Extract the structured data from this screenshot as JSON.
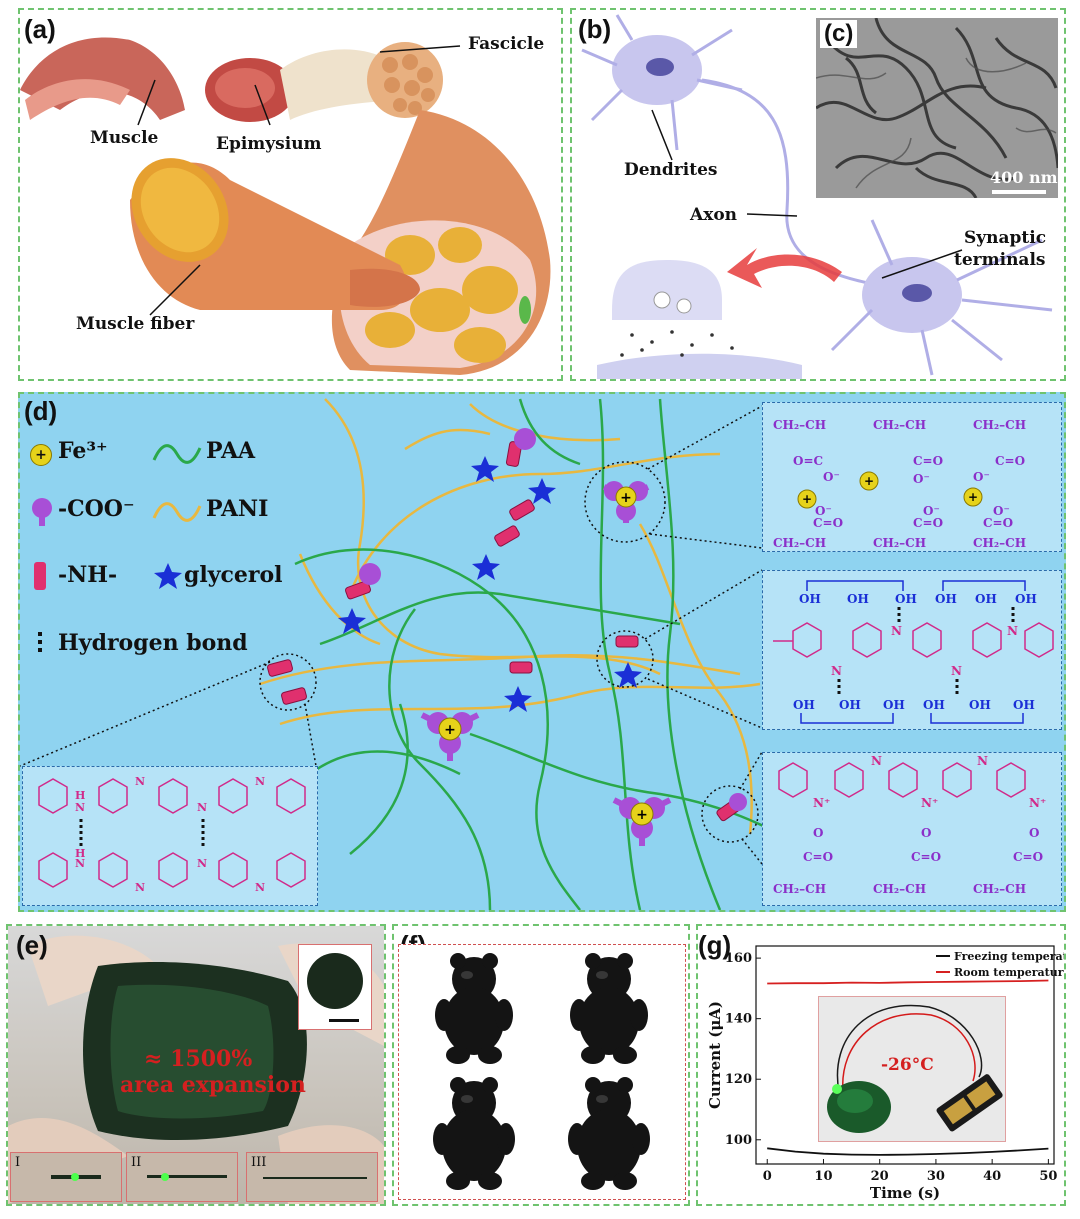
{
  "panels": {
    "a": {
      "label": "(a)",
      "muscle": "Muscle",
      "epimysium": "Epimysium",
      "fascicle": "Fascicle",
      "muscle_fiber": "Muscle fiber"
    },
    "b": {
      "label": "(b)",
      "dendrites": "Dendrites",
      "axon": "Axon",
      "synaptic_line1": "Synaptic",
      "synaptic_line2": "terminals"
    },
    "c": {
      "label": "(c)",
      "scale_bar": "400 nm"
    },
    "d": {
      "label": "(d)",
      "legend": {
        "fe": "Fe³⁺",
        "paa": "PAA",
        "coo": "-COO⁻",
        "pani": "PANI",
        "nh": "-NH-",
        "glycerol": "glycerol",
        "hbond": "Hydrogen bond"
      },
      "chem": {
        "ch2ch_row": "CH₂–CH",
        "co": "C=O",
        "o_minus": "O⁻",
        "oh": "OH",
        "n": "N",
        "h": "H",
        "nplus": "N⁺",
        "o": "O"
      }
    },
    "e": {
      "label": "(e)",
      "expansion_line1": "≈ 1500%",
      "expansion_line2": "area expansion",
      "stage1": "I",
      "stage2": "II",
      "stage3": "III"
    },
    "f": {
      "label": "(f)"
    },
    "g": {
      "label": "(g)",
      "temp_label": "-26°C"
    }
  },
  "colors": {
    "panel_border": "#6fc36f",
    "d_background": "#8fd3f0",
    "paa": "#2aa84a",
    "pani": "#e8b840",
    "fe": "#e6d21a",
    "coo": "#a84fd6",
    "nh": "#e0306e",
    "glycerol": "#1a2fd6",
    "chem_purple": "#8b2fc9",
    "chem_pink": "#d12a8a",
    "chem_blue": "#1a2fd6",
    "freezing": "#111111",
    "room": "#d62020"
  },
  "chart_data": {
    "type": "line",
    "title": "",
    "xlabel": "Time (s)",
    "ylabel": "Current (μA)",
    "xlim": [
      -2,
      51
    ],
    "ylim": [
      92,
      164
    ],
    "xticks": [
      0,
      10,
      20,
      30,
      40,
      50
    ],
    "yticks": [
      100,
      120,
      140,
      160
    ],
    "legend_position": "top-right",
    "series": [
      {
        "name": "Freezing temperature",
        "color": "#111111",
        "x": [
          0,
          5,
          10,
          15,
          20,
          25,
          30,
          35,
          40,
          45,
          50
        ],
        "y": [
          97.2,
          96.1,
          95.4,
          95.1,
          95.0,
          95.1,
          95.3,
          95.6,
          96.0,
          96.5,
          97.1
        ]
      },
      {
        "name": "Room temperature",
        "color": "#d62020",
        "x": [
          0,
          5,
          10,
          15,
          20,
          25,
          30,
          35,
          40,
          45,
          50
        ],
        "y": [
          151.6,
          151.7,
          151.7,
          151.9,
          151.8,
          152.0,
          152.1,
          152.2,
          152.3,
          152.4,
          152.6
        ]
      }
    ]
  }
}
